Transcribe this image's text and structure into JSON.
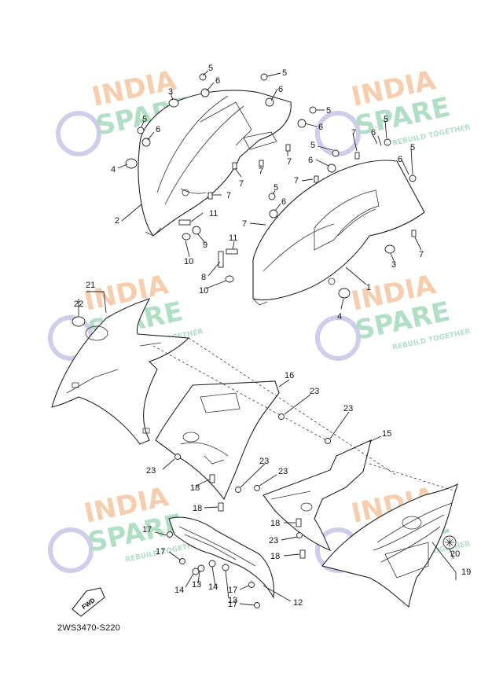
{
  "diagram": {
    "code": "2WS3470-S220",
    "fwd_label": "FWD"
  },
  "watermark": {
    "line1": "INDIA",
    "line2": "SPARE",
    "tagline": "REBUILD TOGETHER",
    "colors": {
      "india": "#f6c9a4",
      "spare": "#a9dcc0",
      "icon": "#c9c8e8"
    }
  },
  "callouts": [
    "1",
    "2",
    "3",
    "4",
    "5",
    "6",
    "7",
    "8",
    "9",
    "10",
    "11",
    "12",
    "13",
    "14",
    "15",
    "16",
    "17",
    "18",
    "19",
    "20",
    "21",
    "22",
    "23"
  ]
}
